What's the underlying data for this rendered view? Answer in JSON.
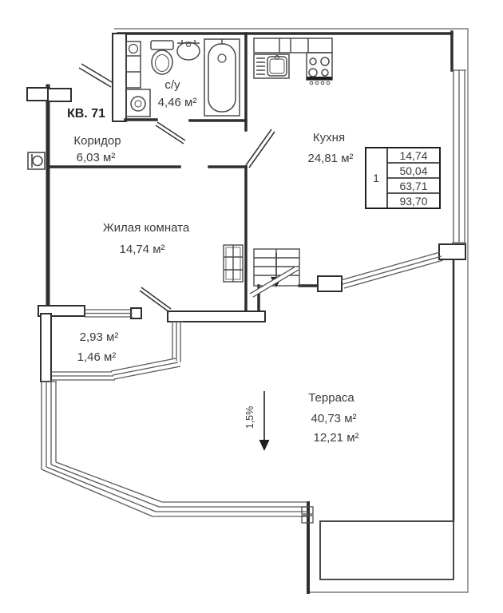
{
  "title": "КВ. 71",
  "rooms": {
    "corridor": {
      "name": "Коридор",
      "area": "6,03 м²"
    },
    "bathroom": {
      "name": "с/у",
      "area": "4,46 м²"
    },
    "kitchen": {
      "name": "Кухня",
      "area": "24,81 м²"
    },
    "living_room": {
      "name": "Жилая комната",
      "area": "14,74 м²"
    },
    "balcony": {
      "area": "2,93 м²",
      "area_reduced": "1,46 м²"
    },
    "terrace": {
      "name": "Терраса",
      "area": "40,73 м²",
      "area_reduced": "12,21 м²"
    }
  },
  "slope": {
    "label": "1,5%"
  },
  "summary_table": {
    "rooms_count": "1",
    "values": [
      "14,74",
      "50,04",
      "63,71",
      "93,70"
    ]
  },
  "icons": {
    "fixtures": [
      "bathtub-icon",
      "toilet-icon",
      "washbasin-icon",
      "washing-machine-icon",
      "kitchen-sink-icon",
      "stove-icon",
      "stairs-icon",
      "slope-arrow-icon"
    ]
  },
  "colors": {
    "walls": "#2e2e2e",
    "glazing": "#5a5a5a",
    "outer": "#7a7a7a",
    "text": "#3b3b3b",
    "background": "#ffffff"
  }
}
